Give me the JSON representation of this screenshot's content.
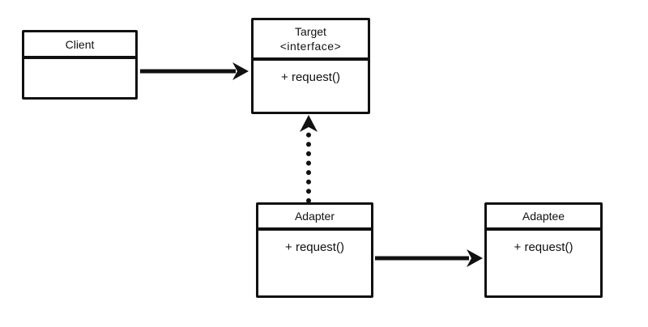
{
  "diagram": {
    "type": "uml-class-diagram",
    "classes": [
      {
        "id": "client",
        "name": "Client",
        "stereotype": "",
        "members": []
      },
      {
        "id": "target",
        "name": "Target",
        "stereotype": "<interface>",
        "members": [
          "+ request()"
        ]
      },
      {
        "id": "adapter",
        "name": "Adapter",
        "stereotype": "",
        "members": [
          "+ request()"
        ]
      },
      {
        "id": "adaptee",
        "name": "Adaptee",
        "stereotype": "",
        "members": [
          "+ request()"
        ]
      }
    ],
    "relations": [
      {
        "from": "Client",
        "to": "Target",
        "type": "association",
        "line": "solid",
        "arrowhead": "filled"
      },
      {
        "from": "Adapter",
        "to": "Target",
        "type": "realization",
        "line": "dotted",
        "arrowhead": "filled"
      },
      {
        "from": "Adapter",
        "to": "Adaptee",
        "type": "association",
        "line": "solid",
        "arrowhead": "filled"
      }
    ],
    "colors": {
      "line": "#111111",
      "background": "#ffffff",
      "box_fill": "#ffffff"
    }
  }
}
